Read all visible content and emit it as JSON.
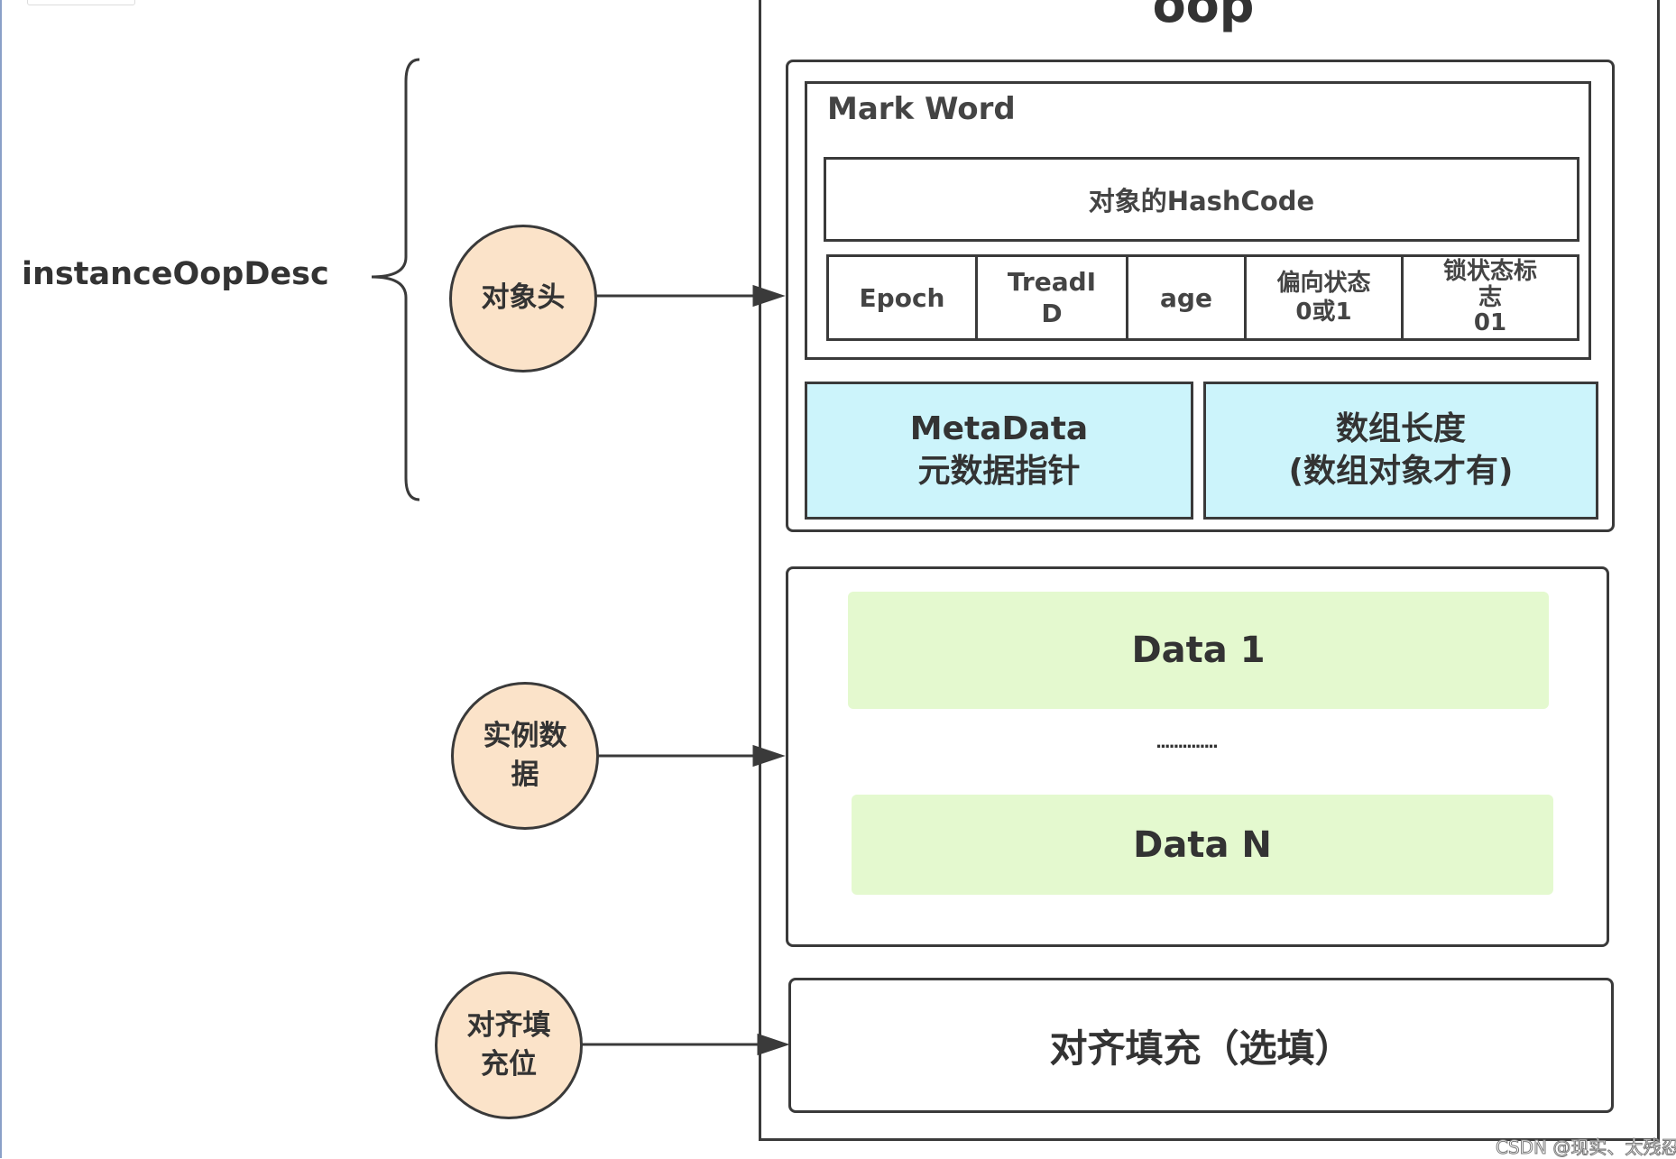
{
  "left_label": "instanceOopDesc",
  "oop": {
    "title": "oop",
    "header": {
      "mark_word": {
        "label": "Mark Word",
        "hashcode": "对象的HashCode",
        "fields": [
          "Epoch",
          "TreadI\nD",
          "age",
          "偏向状态\n0或1",
          "锁状态标\n志\n01"
        ]
      },
      "metadata": "MetaData\n元数据指针",
      "array_length": "数组长度\n(数组对象才有)"
    },
    "instance_data": {
      "first": "Data 1",
      "ellipsis": "..............",
      "last": "Data N"
    },
    "padding": "对齐填充（选填）"
  },
  "circles": {
    "header": "对象头",
    "instance": "实例数\n据",
    "padding": "对齐填\n充位"
  },
  "watermark": "CSDN @现实、太残忍",
  "colors": {
    "circle_fill": "#fbe3c9",
    "metadata_fill": "#ccf4fb",
    "data_fill": "#e4f9cf",
    "stroke": "#3a3a3a"
  }
}
